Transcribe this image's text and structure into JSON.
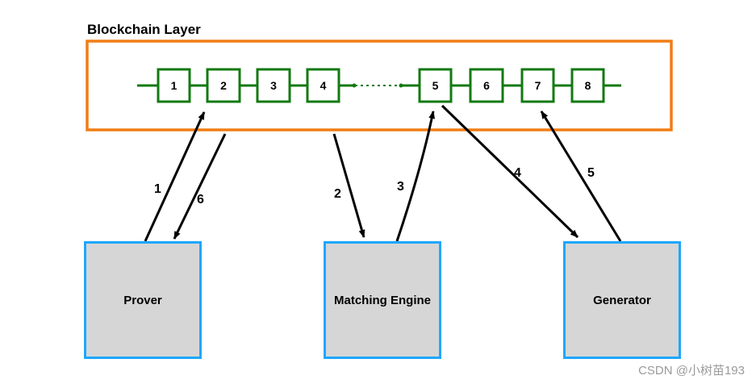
{
  "layer": {
    "title": "Blockchain Layer"
  },
  "blocks": [
    "1",
    "2",
    "3",
    "4",
    "5",
    "6",
    "7",
    "8"
  ],
  "actors": {
    "prover": "Prover",
    "matching_engine": "Matching Engine",
    "generator": "Generator"
  },
  "flows": [
    {
      "label": "1",
      "from": "prover",
      "to": "block-2"
    },
    {
      "label": "6",
      "from": "blockchain-layer",
      "to": "prover"
    },
    {
      "label": "2",
      "from": "blockchain-layer",
      "to": "matching_engine"
    },
    {
      "label": "3",
      "from": "matching_engine",
      "to": "block-5"
    },
    {
      "label": "4",
      "from": "block-5",
      "to": "generator"
    },
    {
      "label": "5",
      "from": "generator",
      "to": "block-7"
    }
  ],
  "watermark": "CSDN @小树苗193",
  "colors": {
    "layer_border": "#f07d14",
    "chain": "#127a12",
    "actor_border": "#1ea7ff",
    "actor_fill": "#d6d6d6",
    "arrow": "#000000"
  }
}
